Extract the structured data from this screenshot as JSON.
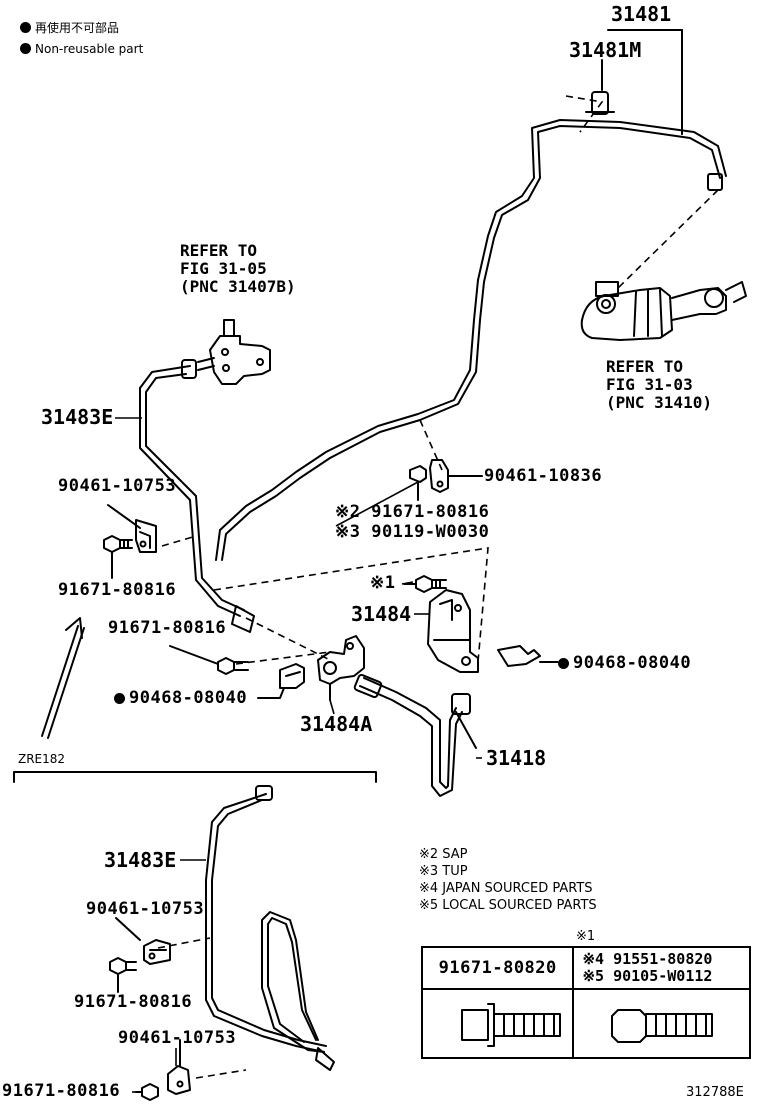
{
  "legend": {
    "ja": "再使用不可部品",
    "en": "Non-reusable part"
  },
  "labels": {
    "p31481": "31481",
    "p31481M": "31481M",
    "refer_top": "REFER TO\nFIG 31-05\n(PNC 31407B)",
    "refer_right": "REFER TO\nFIG 31-03\n(PNC 31410)",
    "p31483E_a": "31483E",
    "p90461_10753_a": "90461-10753",
    "p91671_80816_a": "91671-80816",
    "p91671_80816_b": "91671-80816",
    "p90468_08040_a": "90468-08040",
    "p31484A": "31484A",
    "p90461_10836": "90461-10836",
    "p91671_80816_c": "※2 91671-80816",
    "p90119_W0030": "※3 90119-W0030",
    "mark1": "※1",
    "p31484": "31484",
    "p90468_08040_b": "90468-08040",
    "p31418": "31418",
    "zre182": "ZRE182",
    "p31483E_b": "31483E",
    "p90461_10753_b": "90461-10753",
    "p91671_80816_d": "91671-80816",
    "p90461_10753_c": "90461-10753",
    "p91671_80816_e": "91671-80816",
    "diagram_id": "312788E"
  },
  "notes": [
    "※2 SAP",
    "※3 TUP",
    "※4 JAPAN SOURCED PARTS",
    "※5 LOCAL SOURCED PARTS"
  ],
  "table": {
    "mark": "※1",
    "col1": "91671-80820",
    "col2_line1": "※4 91551-80820",
    "col2_line2": "※5 90105-W0112"
  }
}
